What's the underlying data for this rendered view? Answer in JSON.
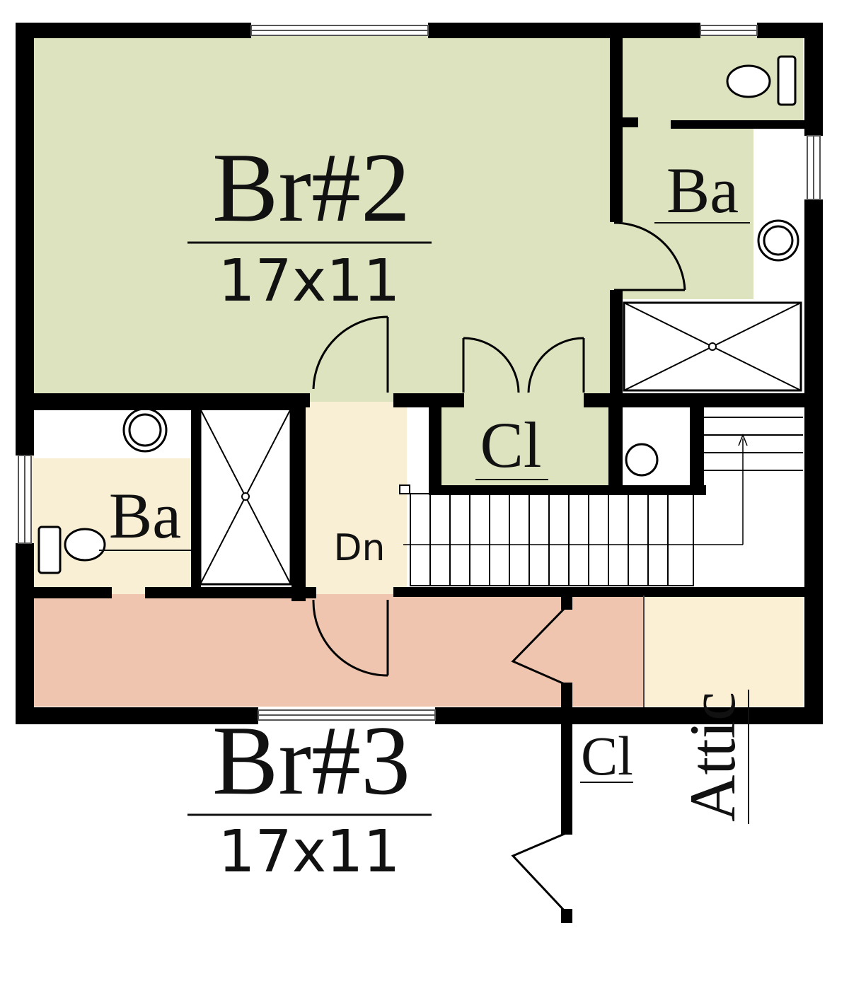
{
  "colors": {
    "wall": "#000000",
    "bedroom2_fill": "#dde3be",
    "bedroom3_fill": "#efc5b0",
    "hall_fill": "#f8efd4",
    "attic_fill": "#fbf0d4",
    "bath_fill": "#dde3be",
    "fixture_fill": "#ffffff"
  },
  "rooms": {
    "bedroom2": {
      "name": "Br#2",
      "size": "17x11"
    },
    "bedroom3": {
      "name": "Br#3",
      "size": "17x11"
    },
    "bath_upper": {
      "name": "Ba"
    },
    "bath_lower": {
      "name": "Ba"
    },
    "closet_upper": {
      "name": "Cl"
    },
    "closet_lower": {
      "name": "Cl"
    },
    "attic": {
      "name": "Attic"
    }
  },
  "stairs": {
    "label": "Dn"
  }
}
